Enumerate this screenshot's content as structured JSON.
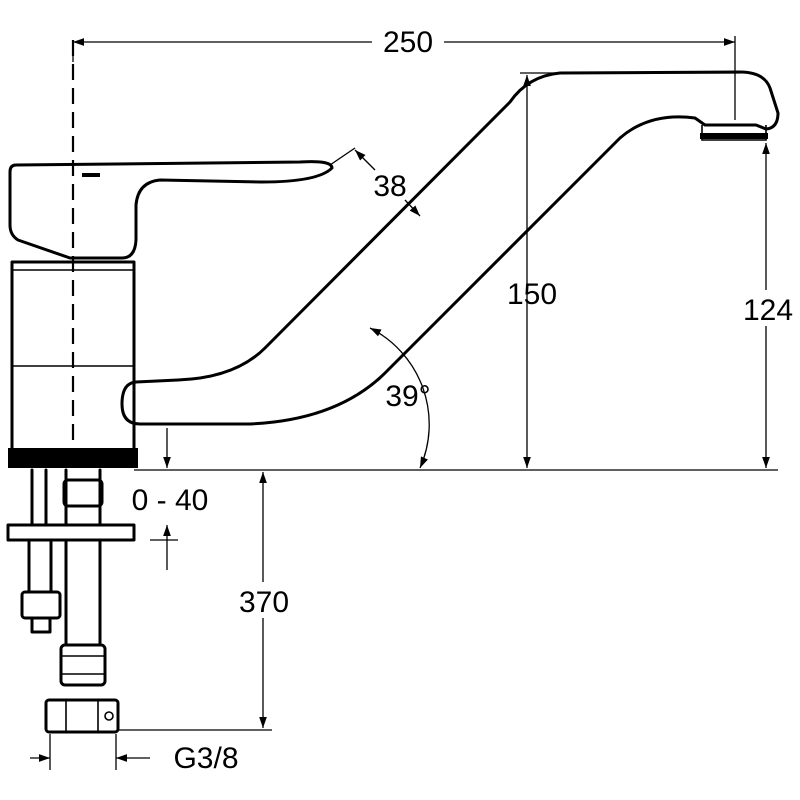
{
  "drawing": {
    "dimensions": {
      "overall_length": "250",
      "lever_clearance": "38",
      "spout_height": "150",
      "outlet_height": "124",
      "spout_angle": "39°",
      "deck_thickness_range": "0 - 40",
      "hose_length": "370",
      "connection_thread": "G3/8"
    }
  }
}
